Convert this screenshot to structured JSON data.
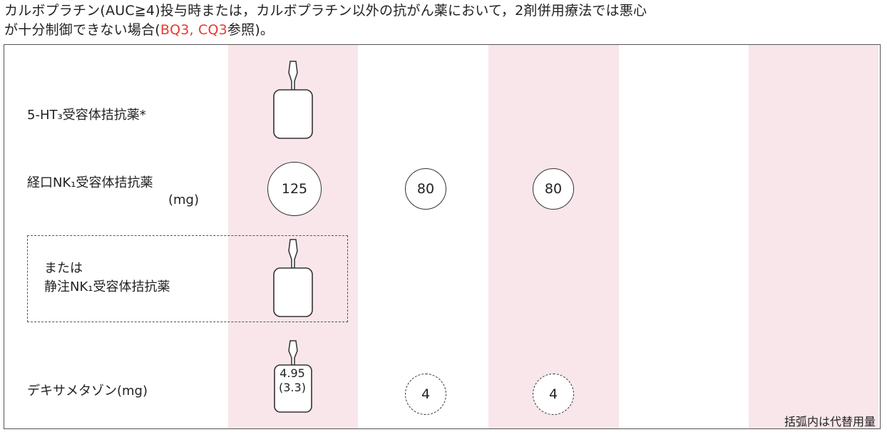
{
  "intro": {
    "line1": "カルボプラチン(AUC≧4)投与時または，カルボプラチン以外の抗がん薬において，2剤併用療法では悪心",
    "line2_pre": "が十分制御できない場合(",
    "ref1": "BQ3",
    "sep": ", ",
    "ref2": "CQ3",
    "line2_post": "参照)。"
  },
  "rows": {
    "ht3": {
      "label": "5-HT₃受容体拮抗薬*"
    },
    "nk1_oral": {
      "label": "経口NK₁受容体拮抗薬",
      "unit": "(mg)",
      "doses": [
        "125",
        "80",
        "80"
      ]
    },
    "nk1_iv": {
      "label_or": "または",
      "label": "静注NK₁受容体拮抗薬"
    },
    "dex": {
      "label": "デキサメタゾン(mg)",
      "dose_main": "4.95",
      "dose_alt": "(3.3)",
      "doses": [
        "4",
        "4"
      ]
    }
  },
  "note": "括弧内は代替用量",
  "colors": {
    "pink": "#f8e6ea",
    "red": "#e53b2c"
  }
}
